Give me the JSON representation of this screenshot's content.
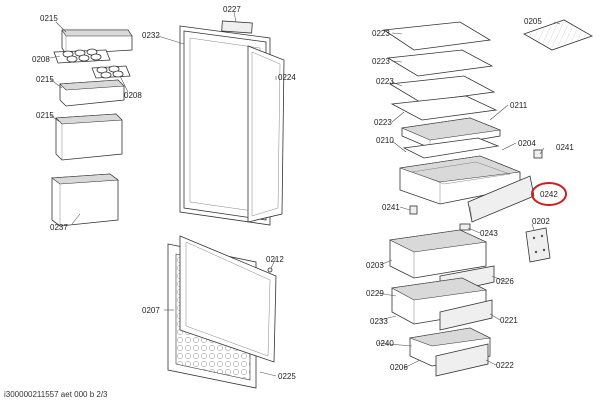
{
  "labels": {
    "l0215a": "0215",
    "l0208a": "0208",
    "l0215b": "0215",
    "l0208b": "0208",
    "l0215c": "0215",
    "l0237": "0237",
    "l0232": "0232",
    "l0227": "0227",
    "l0224": "0224",
    "l0212": "0212",
    "l0207": "0207",
    "l0225": "0225",
    "l0223a": "0223",
    "l0223b": "0223",
    "l0223c": "0223",
    "l0223d": "0223",
    "l0205": "0205",
    "l0211": "0211",
    "l0210": "0210",
    "l0204": "0204",
    "l0241a": "0241",
    "l0242": "0242",
    "l0241b": "0241",
    "l0243": "0243",
    "l0202": "0202",
    "l0203": "0203",
    "l0226": "0226",
    "l0229": "0229",
    "l0233": "0233",
    "l0221": "0221",
    "l0240": "0240",
    "l0206": "0206",
    "l0222": "0222"
  },
  "footer": "i300000211557 aet 000 b 2/3",
  "highlight": {
    "part": "0242",
    "color": "#cc1f1f"
  }
}
